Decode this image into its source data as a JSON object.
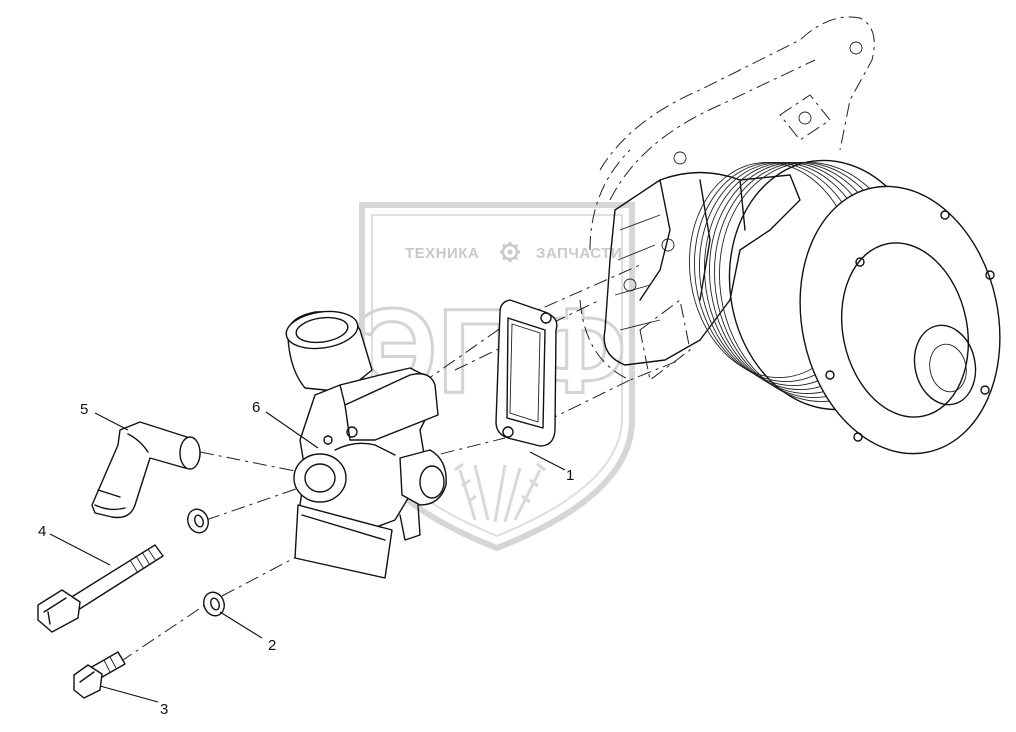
{
  "watermark": {
    "left_word": "ТЕХНИКА",
    "right_word": "ЗАПЧАСТИ",
    "big_letters": "ЭПФ",
    "gear_icon": "gear-icon",
    "color": "#c9c9c9"
  },
  "callouts": [
    {
      "id": "1",
      "part": "gasket"
    },
    {
      "id": "2",
      "part": "washer"
    },
    {
      "id": "3",
      "part": "bolt"
    },
    {
      "id": "4",
      "part": "stud"
    },
    {
      "id": "5",
      "part": "elbow-fitting"
    },
    {
      "id": "6",
      "part": "thermostat-housing"
    }
  ],
  "line_color": "#111111"
}
